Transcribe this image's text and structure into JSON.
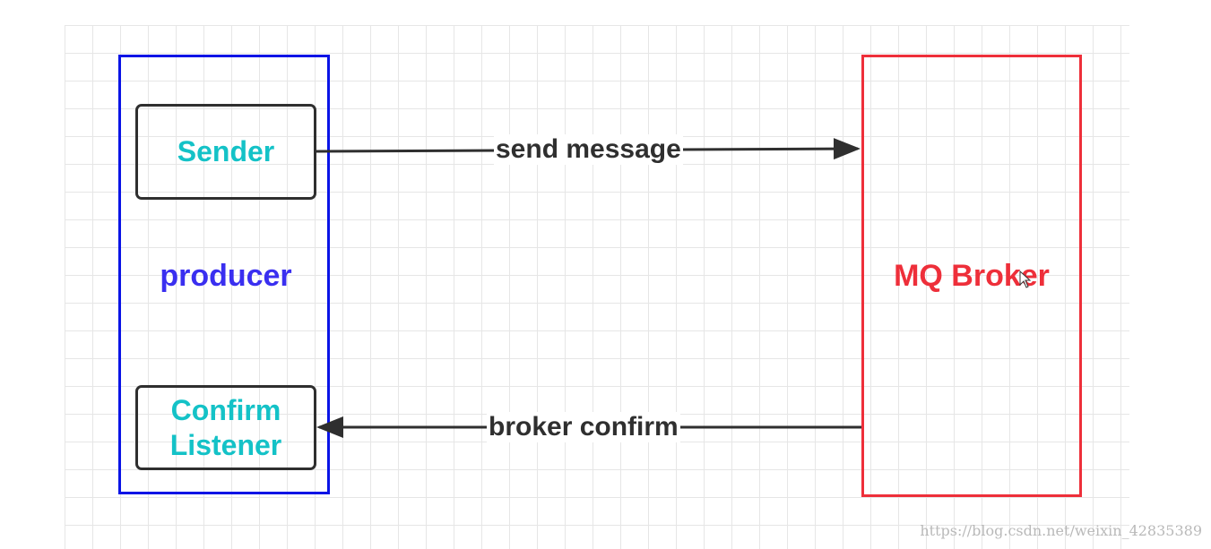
{
  "diagram": {
    "nodes": {
      "producer": {
        "label": "producer",
        "border_color": "#0a14e6",
        "text_color": "#3a2ff0"
      },
      "sender": {
        "label": "Sender",
        "text_color": "#14c2c7"
      },
      "confirm_listener": {
        "label": "Confirm\nListener",
        "text_color": "#14c2c7"
      },
      "broker": {
        "label": "MQ Broker",
        "border_color": "#ee2f3a",
        "text_color": "#ee2f3a"
      }
    },
    "edges": [
      {
        "from": "sender",
        "to": "broker",
        "label": "send message"
      },
      {
        "from": "broker",
        "to": "confirm_listener",
        "label": "broker confirm"
      }
    ]
  },
  "watermark": "https://blog.csdn.net/weixin_42835389",
  "icons": {
    "cursor": "mouse-pointer-icon"
  }
}
